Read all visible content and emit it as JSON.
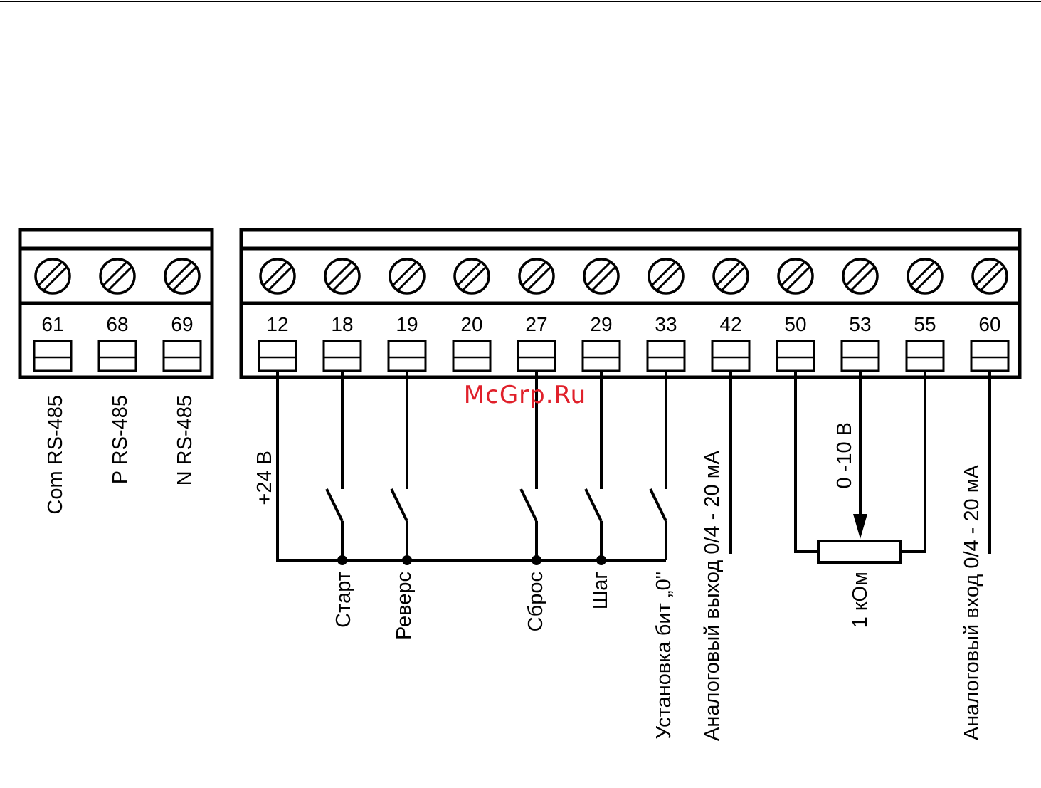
{
  "watermark": "McGrp.Ru",
  "rs485_block": {
    "terminals": [
      {
        "number": "61",
        "label": "Com RS-485"
      },
      {
        "number": "68",
        "label": "P RS-485"
      },
      {
        "number": "69",
        "label": "N RS-485"
      }
    ]
  },
  "control_block": {
    "terminals": [
      {
        "number": "12"
      },
      {
        "number": "18"
      },
      {
        "number": "19"
      },
      {
        "number": "20"
      },
      {
        "number": "27"
      },
      {
        "number": "29"
      },
      {
        "number": "33"
      },
      {
        "number": "42"
      },
      {
        "number": "50"
      },
      {
        "number": "53"
      },
      {
        "number": "55"
      },
      {
        "number": "60"
      }
    ],
    "labels": {
      "supply": "+24 В",
      "start": "Старт",
      "reverse": "Реверс",
      "reset": "Сброс",
      "step": "Шаг",
      "set_bit": "Установка бит „0\"",
      "analog_out": "Аналоговый выход 0/4 - 20 мА",
      "pot_voltage": "0 -10 В",
      "pot_resistance": "1 кОм",
      "analog_in": "Аналоговый вход 0/4 - 20 мА"
    }
  }
}
